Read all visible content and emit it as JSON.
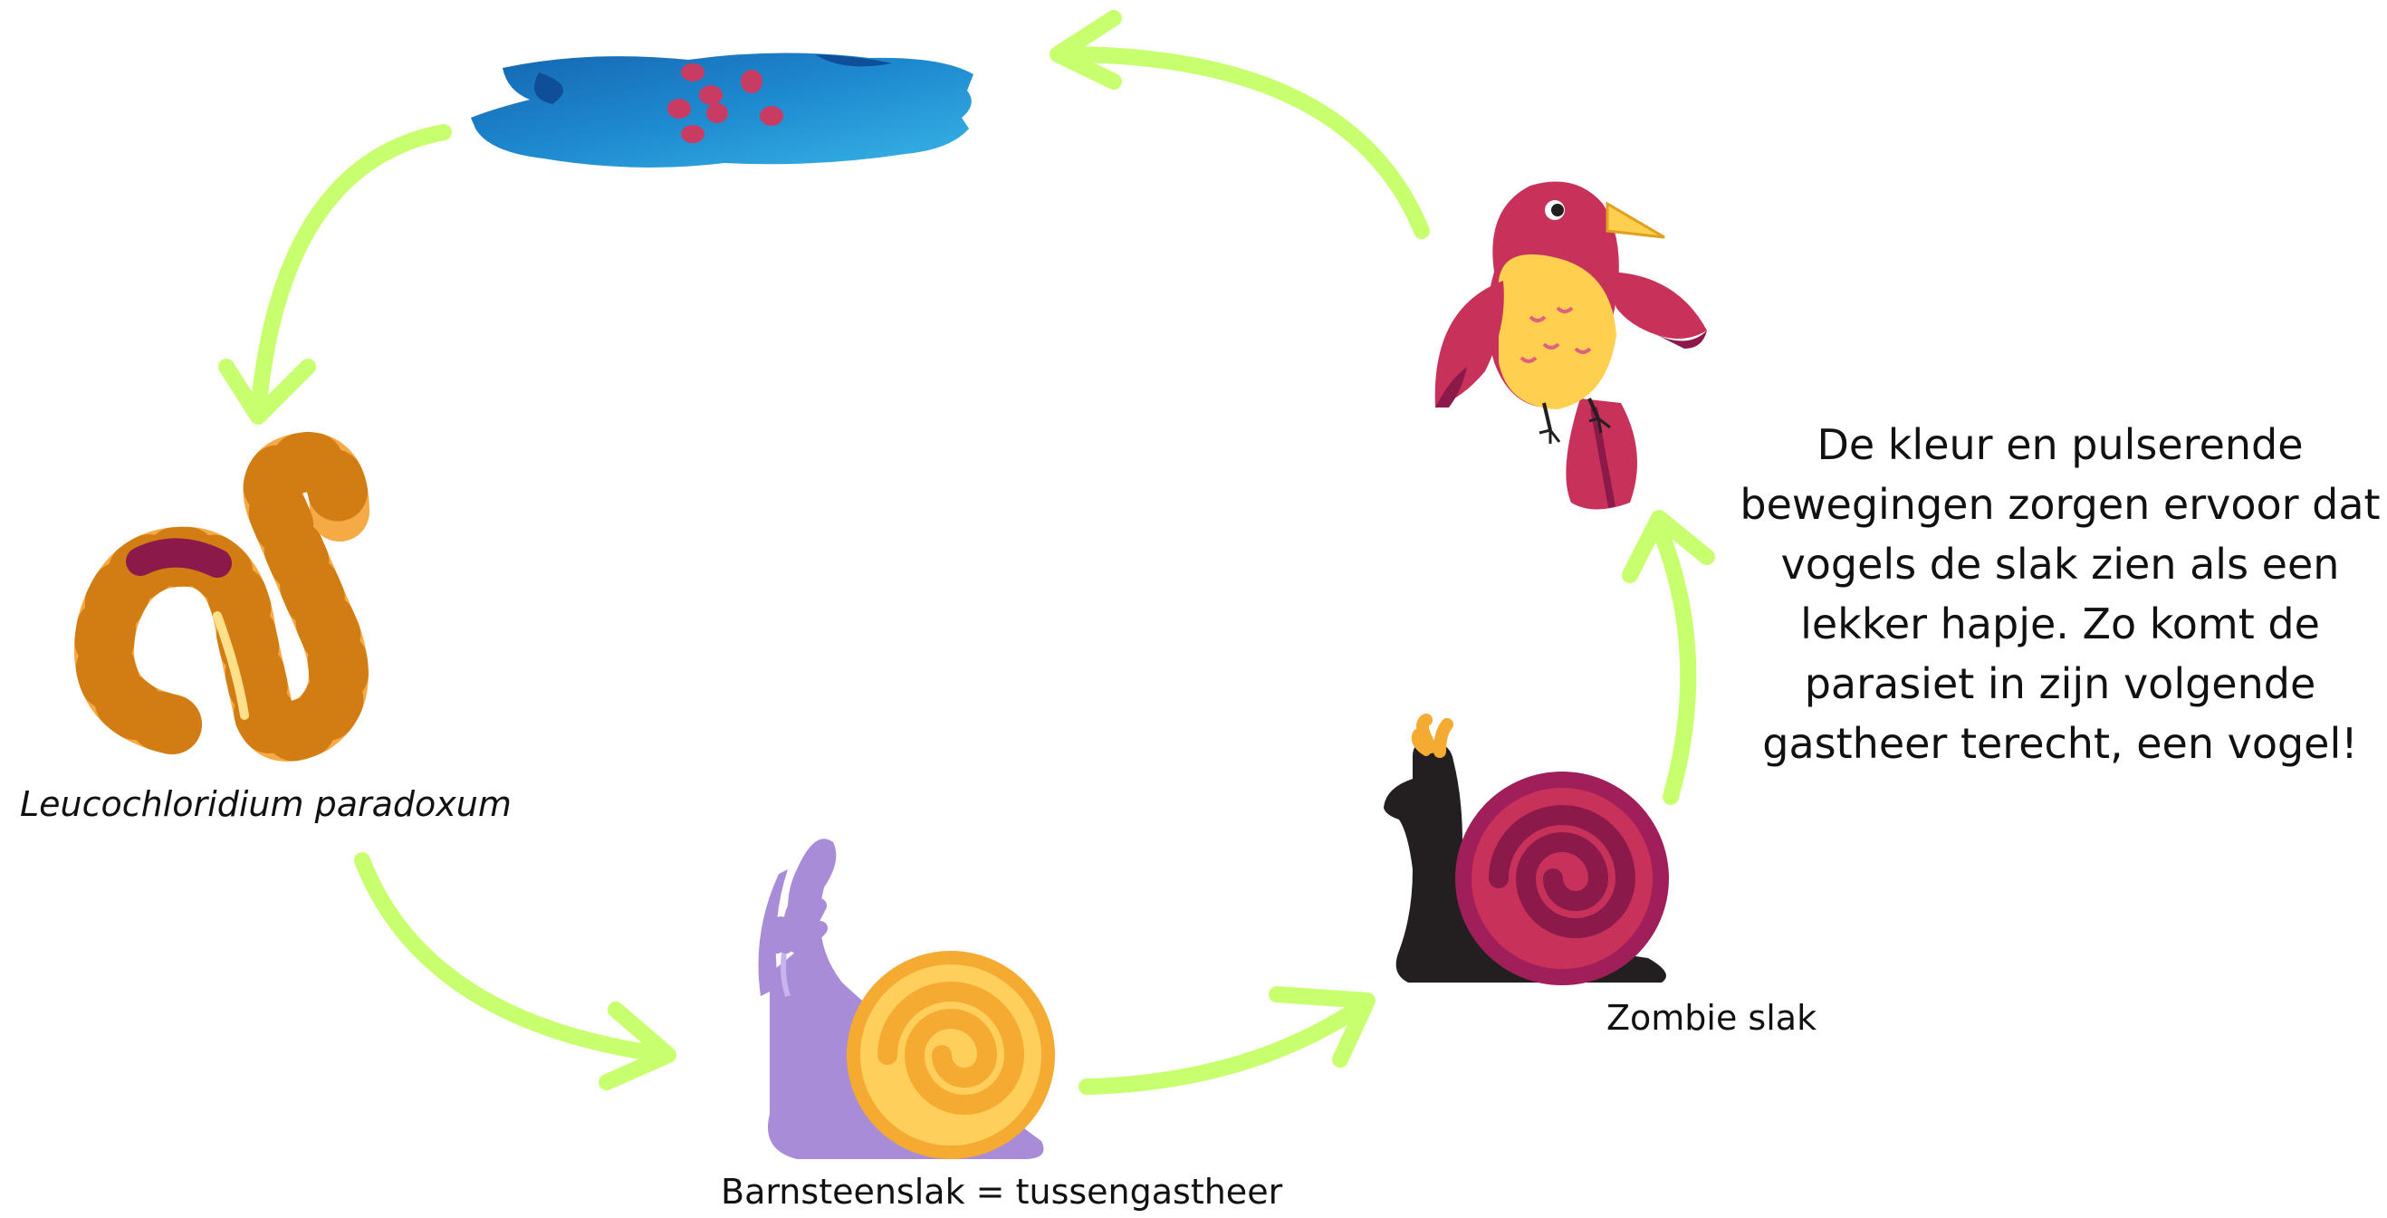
{
  "labels": {
    "worm": "Leucochloridium paradoxum",
    "amber_snail": "Barnsteenslak = tussengastheer",
    "zombie_snail": "Zombie slak"
  },
  "description": {
    "lines": [
      "De kleur en pulserende",
      "bewegingen zorgen ervoor dat",
      "vogels de slak zien als een",
      "lekker hapje. Zo komt de",
      "parasiet in zijn volgende",
      "gastheer terecht, een vogel!"
    ]
  },
  "icons": {
    "water": "water-with-eggs-icon",
    "worm": "worm-icon",
    "amber_snail": "amber-snail-icon",
    "zombie_snail": "zombie-snail-icon",
    "bird": "bird-icon"
  },
  "colors": {
    "arrow": "#c8ff6e",
    "water": "#1e88c8",
    "egg": "#c83c64",
    "worm": "#f5aa46",
    "worm_stripe": "#d27d14",
    "amber_shell": "#f5aa32",
    "amber_body": "#a88cd8",
    "zombie_shell": "#a01e5a",
    "zombie_body": "#231f20",
    "bird_body": "#c8325a",
    "bird_belly": "#ffd050"
  }
}
